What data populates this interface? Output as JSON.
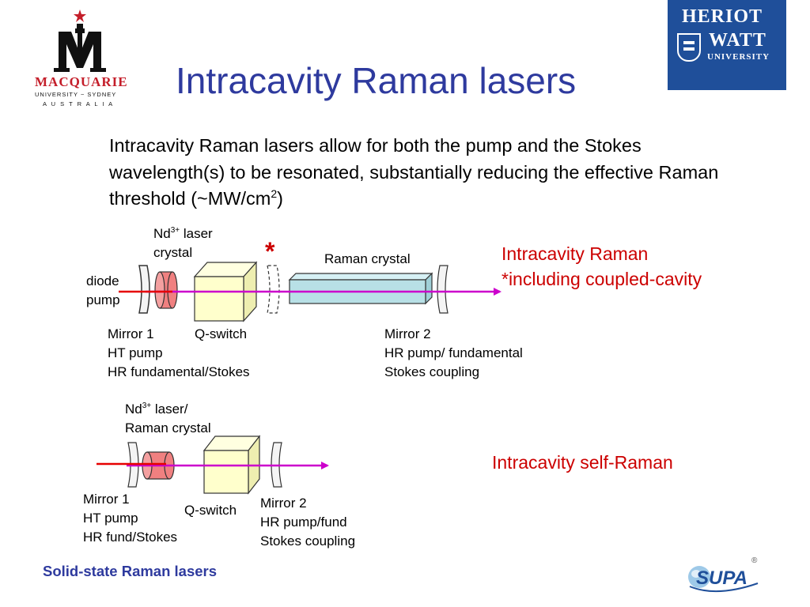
{
  "title": "Intracavity Raman lasers",
  "intro": {
    "text": "Intracavity Raman lasers allow for both the pump and the Stokes wavelength(s) to be resonated, substantially reducing the effective Raman threshold (~MW/cm",
    "sup": "2",
    "end": ")"
  },
  "logos": {
    "macquarie": {
      "name": "MACQUARIE",
      "line2": "UNIVERSITY ~ SYDNEY",
      "line3": "A U S T R A L I A"
    },
    "heriot_watt": {
      "line1": "HERIOT",
      "line2": "WATT",
      "line3": "UNIVERSITY"
    },
    "supa": {
      "name": "SUPA",
      "reg": "®"
    }
  },
  "diagram1": {
    "nd_prefix": "Nd",
    "nd_sup": "3+",
    "nd_rest": " laser",
    "nd_line2": "crystal",
    "star": "*",
    "raman_crystal": "Raman crystal",
    "diode_line1": "diode",
    "diode_line2": "pump",
    "qswitch": "Q-switch",
    "mirror1": [
      "Mirror 1",
      "HT pump",
      "HR fundamental/Stokes"
    ],
    "mirror2": [
      "Mirror 2",
      "HR pump/ fundamental",
      "Stokes coupling"
    ],
    "caption_line1": "Intracavity Raman",
    "caption_line2": "*including coupled-cavity"
  },
  "diagram2": {
    "nd_prefix": "Nd",
    "nd_sup": "3+",
    "nd_rest": " laser/",
    "nd_line2": "Raman crystal",
    "qswitch": "Q-switch",
    "mirror1": [
      "Mirror 1",
      "HT pump",
      "HR fund/Stokes"
    ],
    "mirror2": [
      "Mirror 2",
      "HR pump/fund",
      "Stokes coupling"
    ],
    "caption": "Intracavity self-Raman"
  },
  "footer": "Solid-state Raman lasers",
  "colors": {
    "title": "#2e3a9e",
    "caption": "#cc0000",
    "heriot_watt_bg": "#1f4f9a",
    "beam_pump": "#e60000",
    "beam_cavity": "#cc00cc",
    "laser_crystal": "#f08080",
    "raman_crystal": "#b8e0e6",
    "qswitch": "#ffffcc"
  }
}
